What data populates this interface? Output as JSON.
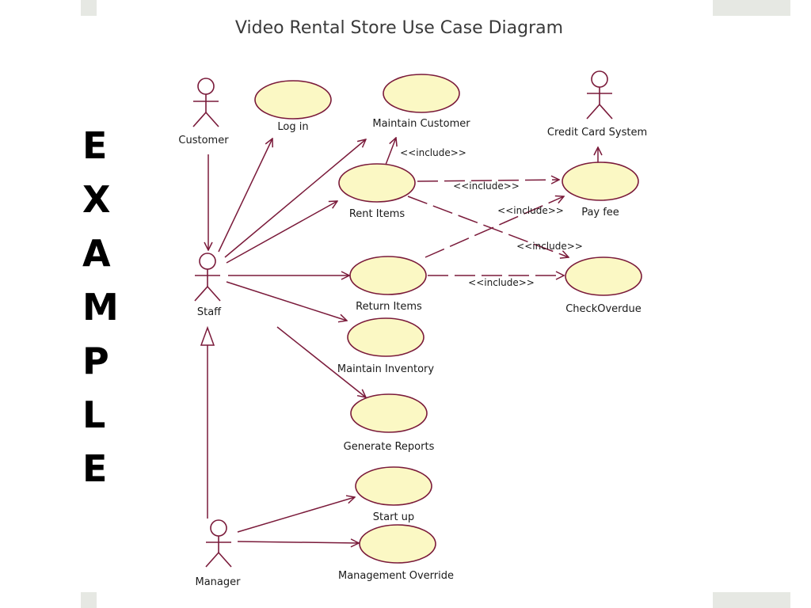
{
  "slide": {
    "vertical_word": [
      "E",
      "X",
      "A",
      "M",
      "P",
      "L",
      "E"
    ]
  },
  "diagram": {
    "title": "Video Rental Store Use Case Diagram",
    "actors": {
      "customer": "Customer",
      "staff": "Staff",
      "manager": "Manager",
      "credit_card_system": "Credit Card System"
    },
    "use_cases": {
      "log_in": "Log in",
      "maintain_customer": "Maintain Customer",
      "rent_items": "Rent Items",
      "return_items": "Return Items",
      "maintain_inventory": "Maintain Inventory",
      "generate_reports": "Generate Reports",
      "start_up": "Start up",
      "management_override": "Management Override",
      "pay_fee": "Pay fee",
      "check_overdue": "CheckOverdue"
    },
    "include_label": "<<include>>"
  },
  "colors": {
    "use_case_fill": "#fbf8c4",
    "line": "#7a1a3a",
    "corner_block": "#e6e8e3"
  }
}
